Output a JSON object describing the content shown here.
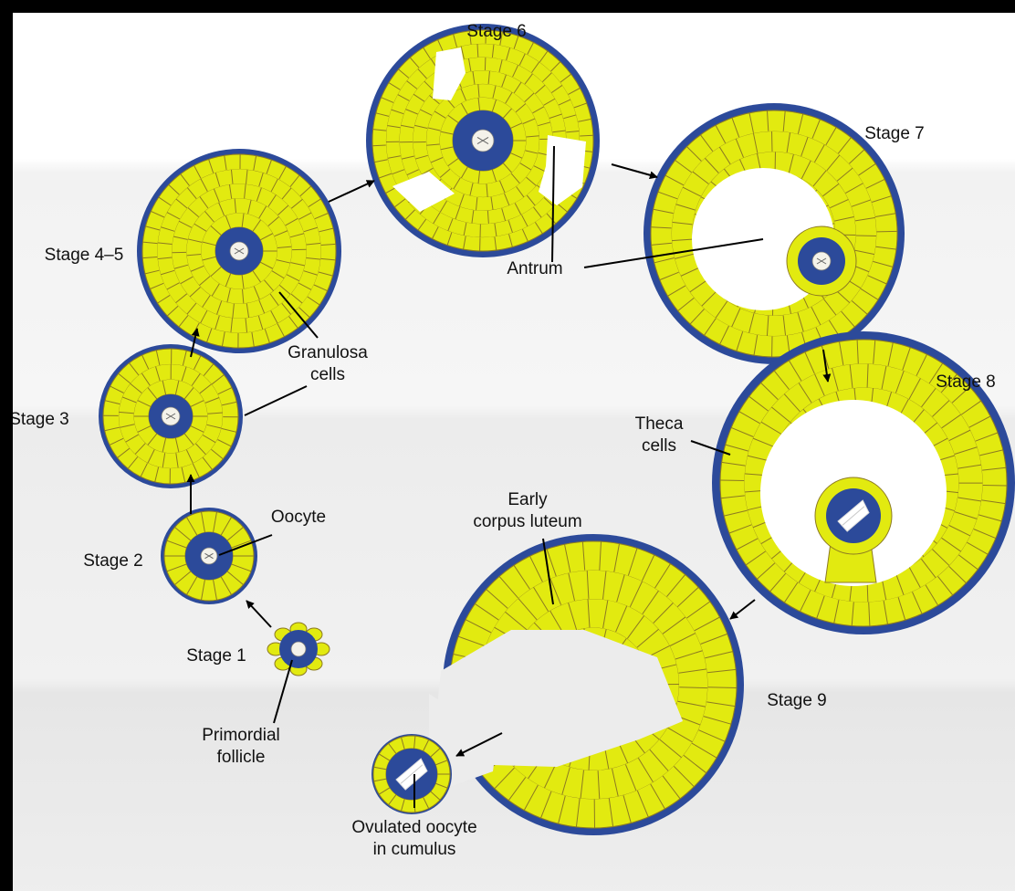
{
  "labels": {
    "stage1": "Stage 1",
    "stage2": "Stage 2",
    "stage3": "Stage 3",
    "stage45": "Stage 4–5",
    "stage6": "Stage 6",
    "stage7": "Stage 7",
    "stage8": "Stage 8",
    "stage9": "Stage 9",
    "primordial": [
      "Primordial",
      "follicle"
    ],
    "oocyte": "Oocyte",
    "granulosa": [
      "Granulosa",
      "cells"
    ],
    "antrum": "Antrum",
    "theca": [
      "Theca",
      "cells"
    ],
    "early_cl": [
      "Early",
      "corpus luteum"
    ],
    "ovulated": [
      "Ovulated oocyte",
      "in cumulus"
    ]
  },
  "colors": {
    "theca_blue": "#2c4a9a",
    "granulosa_yellow": "#e2ea10",
    "cell_border": "#8c7a22",
    "antrum": "#ffffff",
    "oocyte": "#f4f2ea"
  }
}
